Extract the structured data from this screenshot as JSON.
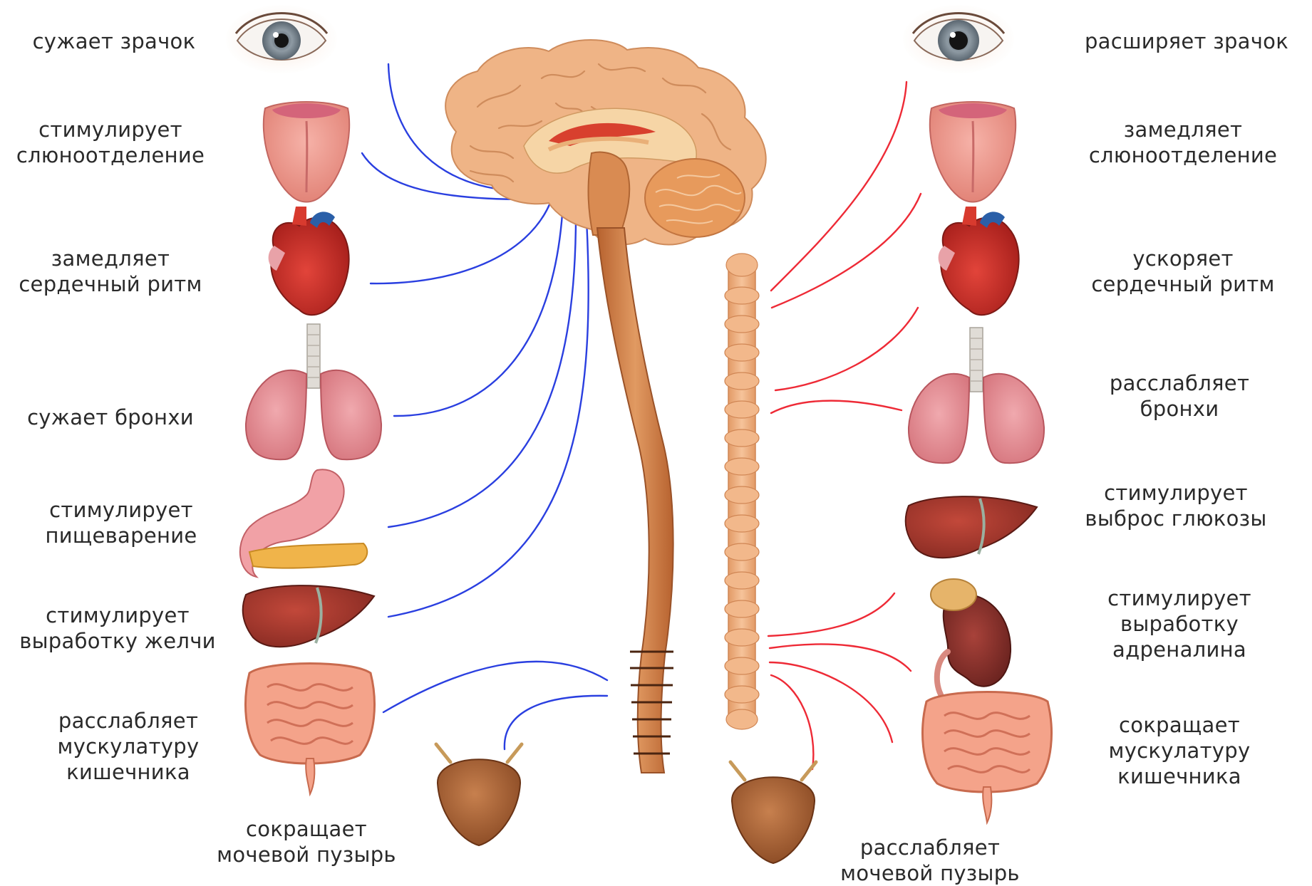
{
  "figure": {
    "left_labels": [
      {
        "id": "pupil",
        "lines": [
          "сужает зрачок"
        ]
      },
      {
        "id": "saliva",
        "lines": [
          "стимулирует",
          "слюноотделение"
        ]
      },
      {
        "id": "heart",
        "lines": [
          "замедляет",
          "сердечный ритм"
        ]
      },
      {
        "id": "bronchi",
        "lines": [
          "сужает бронхи"
        ]
      },
      {
        "id": "digestion",
        "lines": [
          "стимулирует",
          "пищеварение"
        ]
      },
      {
        "id": "bile",
        "lines": [
          "стимулирует",
          "выработку желчи"
        ]
      },
      {
        "id": "intestine",
        "lines": [
          "расслабляет",
          "мускулатуру",
          "кишечника"
        ]
      },
      {
        "id": "bladder",
        "lines": [
          "сокращает",
          "мочевой пузырь"
        ]
      }
    ],
    "right_labels": [
      {
        "id": "pupil",
        "lines": [
          "расширяет зрачок"
        ]
      },
      {
        "id": "saliva",
        "lines": [
          "замедляет",
          "слюноотделение"
        ]
      },
      {
        "id": "heart",
        "lines": [
          "ускоряет",
          "сердечный ритм"
        ]
      },
      {
        "id": "bronchi",
        "lines": [
          "расслабляет",
          "бронхи"
        ]
      },
      {
        "id": "glucose",
        "lines": [
          "стимулирует",
          "выброс глюкозы"
        ]
      },
      {
        "id": "adrenaline",
        "lines": [
          "стимулирует",
          "выработку",
          "адреналина"
        ]
      },
      {
        "id": "intestine",
        "lines": [
          "сокращает",
          "мускулатуру",
          "кишечника"
        ]
      },
      {
        "id": "bladder",
        "lines": [
          "расслабляет",
          "мочевой пузырь"
        ]
      }
    ],
    "colors": {
      "parasympathetic_nerve": "#2a3fe0",
      "sympathetic_nerve": "#ee2a36",
      "text": "#2a2a2a",
      "brain": "#efb486",
      "spinal_cord": "#cf7a45",
      "ganglion_chain": "#f0b384",
      "organ_red": "#c8302a",
      "organ_pink": "#e88e96",
      "liver": "#a53a2e",
      "bladder": "#a96238"
    }
  }
}
